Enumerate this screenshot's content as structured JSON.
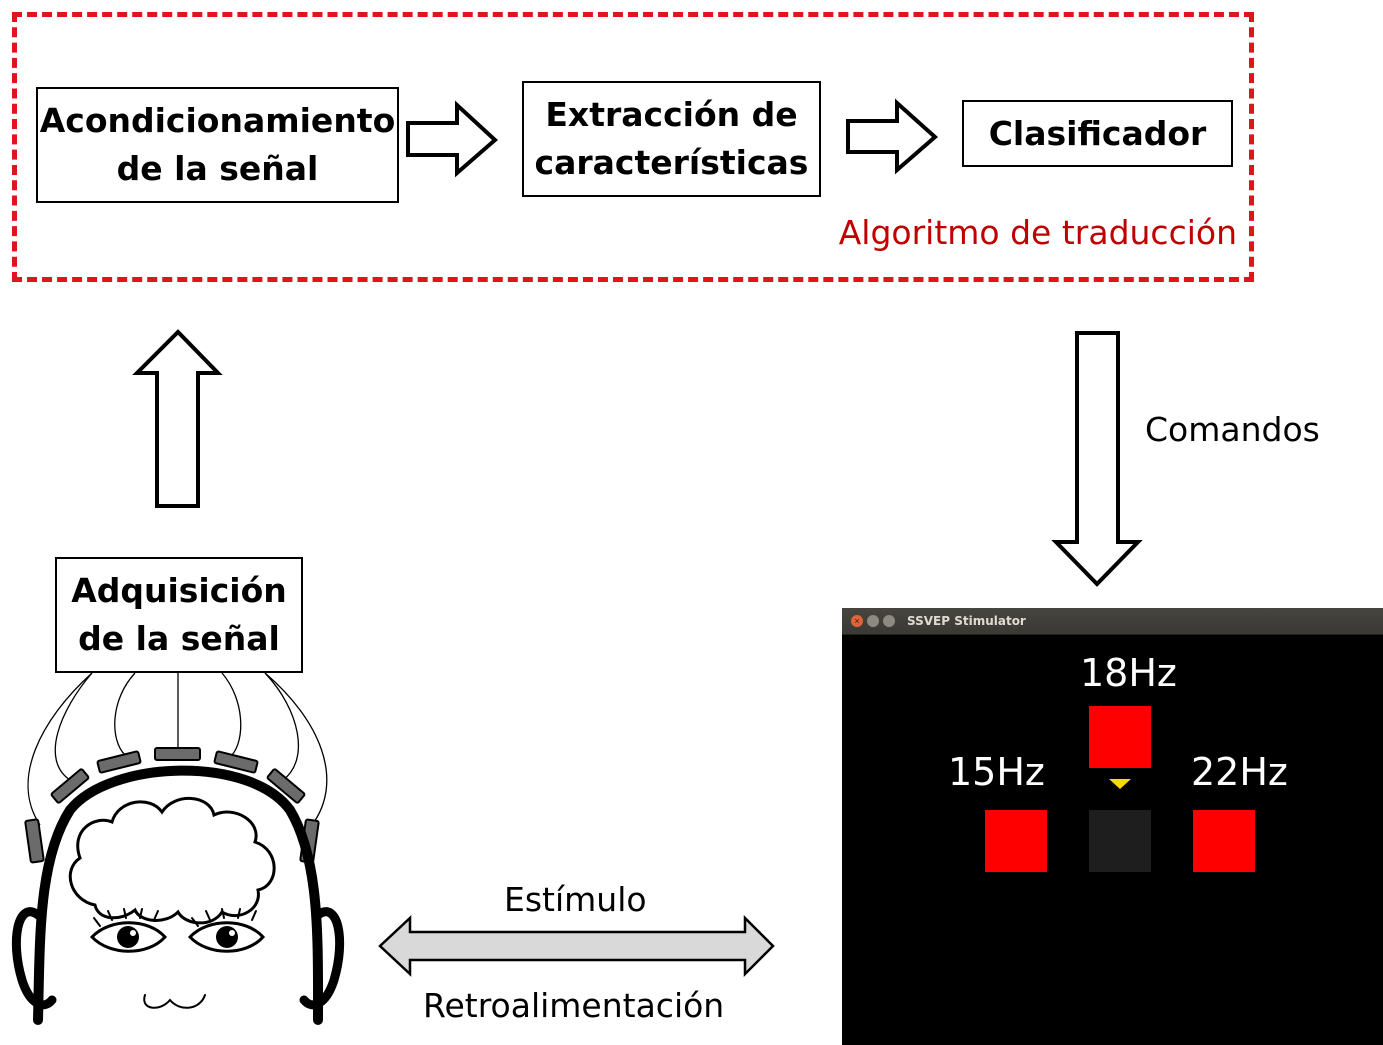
{
  "pipeline": {
    "box_conditioning": [
      "Acondicionamiento",
      "de la señal"
    ],
    "box_extraction": [
      "Extracción de",
      "características"
    ],
    "box_classifier": "Clasificador",
    "group_label": "Algoritmo de traducción"
  },
  "acquisition": {
    "label": [
      "Adquisición",
      "de la señal"
    ]
  },
  "commands_label": "Comandos",
  "exchange": {
    "top_label": "Estímulo",
    "bottom_label": "Retroalimentación"
  },
  "window": {
    "title": "SSVEP Stimulator",
    "stimuli": [
      {
        "label": "18Hz",
        "color": "#ff0000"
      },
      {
        "label": "15Hz",
        "color": "#ff0000"
      },
      {
        "label": "22Hz",
        "color": "#ff0000"
      }
    ],
    "center_color": "#1e1e1e",
    "indicator_color": "#ffd800"
  },
  "colors": {
    "accent_red": "#e0141c",
    "label_red": "#c00000"
  }
}
